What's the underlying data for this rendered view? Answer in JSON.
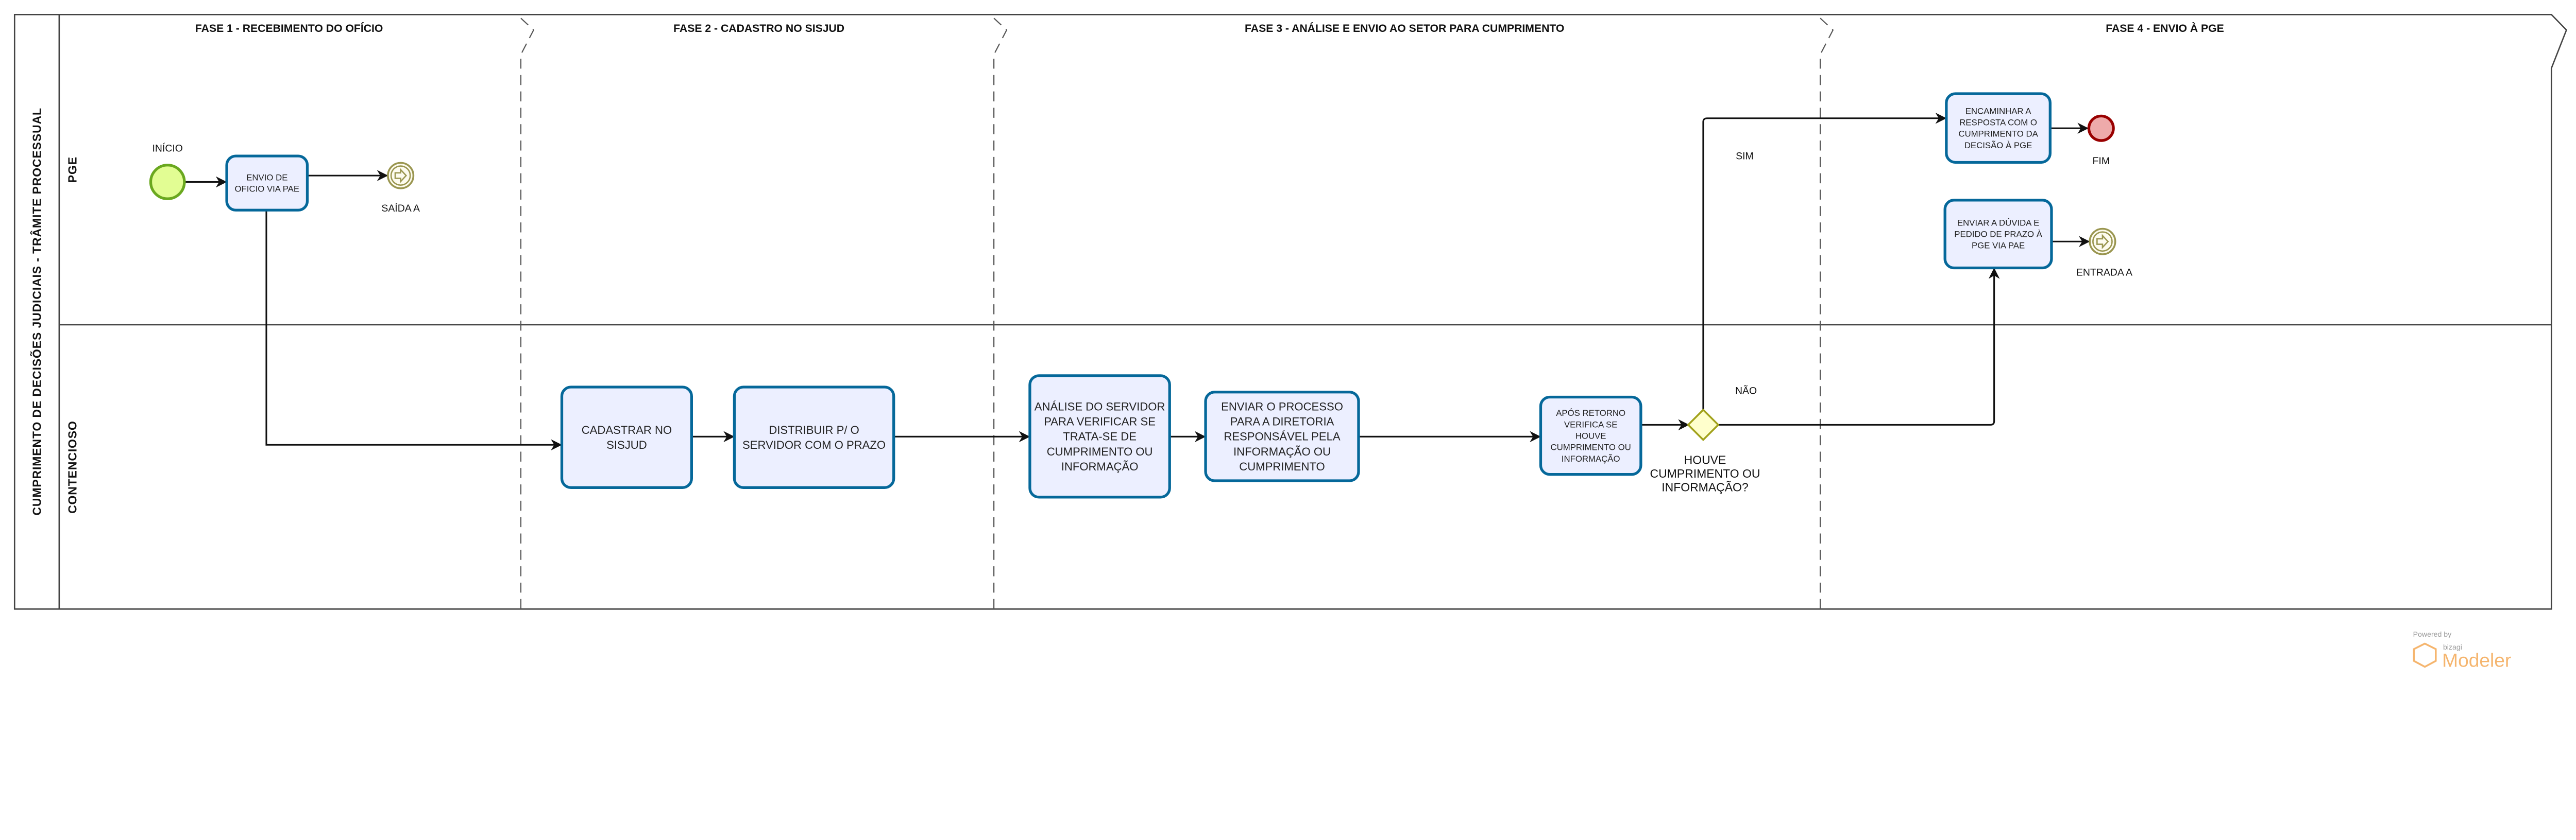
{
  "pool": {
    "title": "CUMPRIMENTO DE DECISÕES JUDICIAIS - TRÂMITE PROCESSUAL"
  },
  "lanes": [
    {
      "label": "PGE"
    },
    {
      "label": "CONTENCIOSO"
    }
  ],
  "phases": [
    {
      "label": "FASE 1 - RECEBIMENTO DO OFÍCIO"
    },
    {
      "label": "FASE 2 - CADASTRO NO SISJUD"
    },
    {
      "label": "FASE 3 - ANÁLISE E ENVIO AO SETOR PARA CUMPRIMENTO"
    },
    {
      "label": "FASE 4 - ENVIO À PGE"
    }
  ],
  "events": {
    "start": {
      "label": "INÍCIO",
      "color": "#e2fd93",
      "stroke": "#6aa81f"
    },
    "saida": {
      "label": "SAÍDA A",
      "type": "link-throw"
    },
    "end": {
      "label": "FIM",
      "color": "#eeaaaa",
      "stroke": "#990000"
    },
    "entrada": {
      "label": "ENTRADA A",
      "type": "link-throw"
    }
  },
  "tasks": [
    {
      "id": "envio-oficio",
      "lines": [
        "ENVIO DE",
        "OFICIO VIA PAE"
      ]
    },
    {
      "id": "cadastrar",
      "lines": [
        "CADASTRAR  NO",
        "SISJUD"
      ]
    },
    {
      "id": "distribuir",
      "lines": [
        "DISTRIBUIR P/ O",
        "SERVIDOR COM O PRAZO"
      ]
    },
    {
      "id": "analise",
      "lines": [
        "ANÁLISE DO SERVIDOR",
        "PARA VERIFICAR SE",
        "TRATA-SE DE",
        "CUMPRIMENTO OU",
        "INFORMAÇÃO"
      ]
    },
    {
      "id": "enviar-processo",
      "lines": [
        "ENVIAR O PROCESSO",
        "PARA A DIRETORIA",
        "RESPONSÁVEL PELA",
        "INFORMAÇÃO OU",
        "CUMPRIMENTO"
      ]
    },
    {
      "id": "apos-retorno",
      "lines": [
        "APÓS RETORNO",
        "VERIFICA SE",
        "HOUVE",
        "CUMPRIMENTO OU",
        "INFORMAÇÃO"
      ]
    },
    {
      "id": "encaminhar",
      "lines": [
        "ENCAMINHAR A",
        "RESPOSTA COM O",
        "CUMPRIMENTO DA",
        "DECISÃO À PGE"
      ]
    },
    {
      "id": "enviar-duvida",
      "lines": [
        "ENVIAR A DÚVIDA E",
        "PEDIDO DE PRAZO À",
        "PGE VIA PAE"
      ]
    }
  ],
  "gateway": {
    "lines": [
      "HOUVE",
      "CUMPRIMENTO OU",
      "INFORMAÇÃO?"
    ],
    "color": "#ffffcc",
    "stroke": "#a1a11a"
  },
  "flows": {
    "yes_label": "SIM",
    "no_label": "NÃO"
  },
  "watermark": {
    "powered": "Powered by",
    "brand": "bizagi",
    "product": "Modeler"
  }
}
